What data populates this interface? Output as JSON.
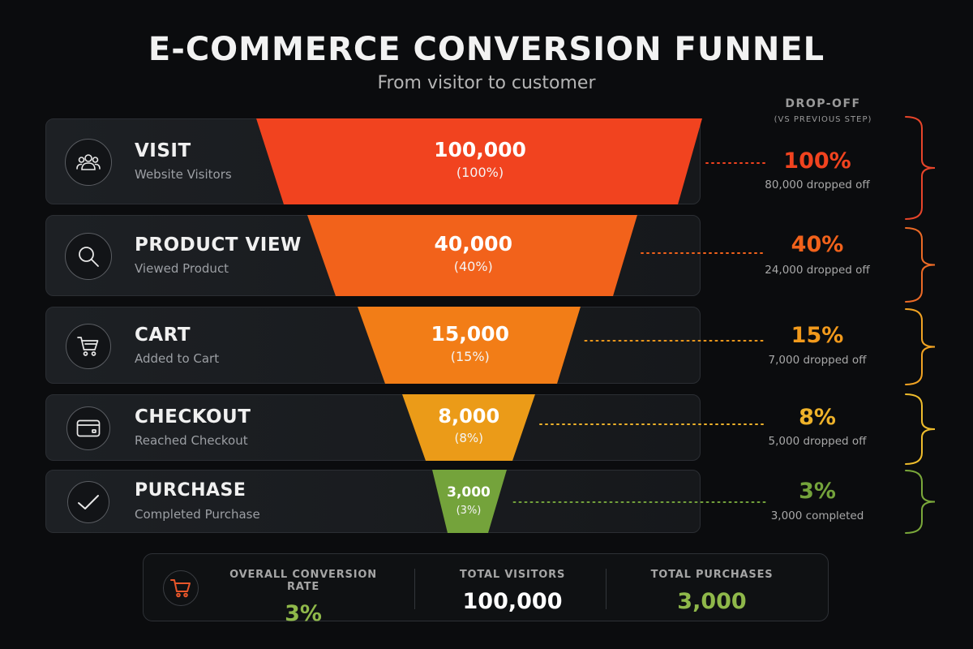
{
  "header": {
    "title": "E-COMMERCE CONVERSION FUNNEL",
    "subtitle": "From visitor to customer",
    "dropoff_title": "DROP-OFF",
    "dropoff_subtitle": "(VS PREVIOUS STEP)"
  },
  "colors": {
    "visit": "#f1431f",
    "product_view": "#f2621b",
    "cart": "#f27d17",
    "checkout": "#eb9b18",
    "purchase": "#74a33b"
  },
  "chart_data": {
    "type": "funnel",
    "title": "E-COMMERCE CONVERSION FUNNEL",
    "subtitle": "From visitor to customer",
    "stages": [
      {
        "name": "VISIT",
        "description": "Website Visitors",
        "icon": "users-icon",
        "value": 100000,
        "value_label": "100,000",
        "percent": 100,
        "percent_label": "(100%)",
        "dropoff_percent_label": "100%",
        "dropoff_note": "80,000 dropped off",
        "color": "#f1431f"
      },
      {
        "name": "PRODUCT VIEW",
        "description": "Viewed Product",
        "icon": "search-icon",
        "value": 40000,
        "value_label": "40,000",
        "percent": 40,
        "percent_label": "(40%)",
        "dropoff_percent_label": "40%",
        "dropoff_note": "24,000 dropped off",
        "color": "#f2621b"
      },
      {
        "name": "CART",
        "description": "Added to Cart",
        "icon": "cart-icon",
        "value": 15000,
        "value_label": "15,000",
        "percent": 15,
        "percent_label": "(15%)",
        "dropoff_percent_label": "15%",
        "dropoff_note": "7,000 dropped off",
        "color": "#f27d17"
      },
      {
        "name": "CHECKOUT",
        "description": "Reached Checkout",
        "icon": "credit-card-icon",
        "value": 8000,
        "value_label": "8,000",
        "percent": 8,
        "percent_label": "(8%)",
        "dropoff_percent_label": "8%",
        "dropoff_note": "5,000 dropped off",
        "color": "#eb9b18"
      },
      {
        "name": "PURCHASE",
        "description": "Completed Purchase",
        "icon": "checkmark-icon",
        "value": 3000,
        "value_label": "3,000",
        "percent": 3,
        "percent_label": "(3%)",
        "dropoff_percent_label": "3%",
        "dropoff_note": "3,000 completed",
        "color": "#74a33b"
      }
    ]
  },
  "summary": {
    "icon": "cart-icon",
    "icon_color": "#e8562a",
    "conversion_label": "OVERALL CONVERSION RATE",
    "conversion_value": "3%",
    "visitors_label": "TOTAL VISITORS",
    "visitors_value": "100,000",
    "purchases_label": "TOTAL PURCHASES",
    "purchases_value": "3,000",
    "highlight_color": "#8fb84a"
  }
}
